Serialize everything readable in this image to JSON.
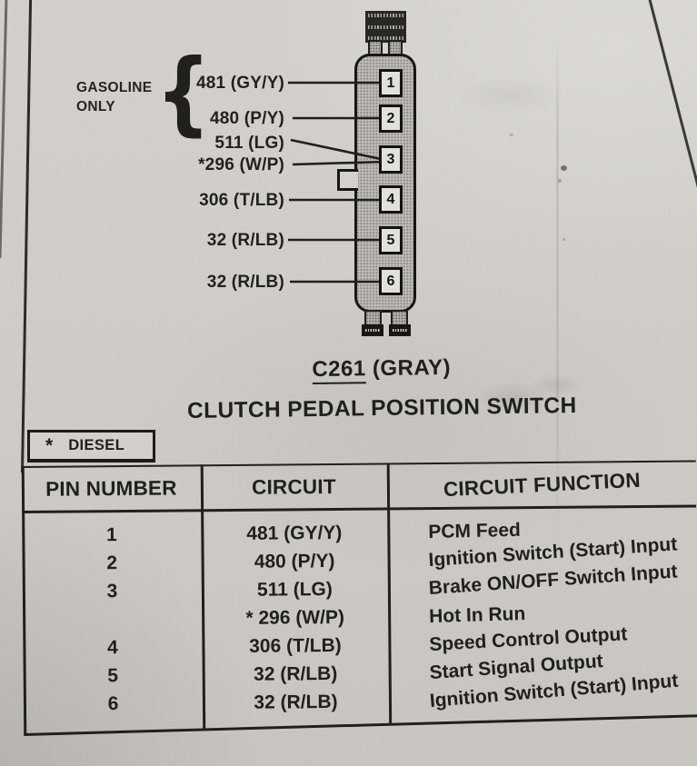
{
  "colors": {
    "paper": "#d3d0cb",
    "ink": "#1d1c1a",
    "connector_fill": "#c2bfba",
    "pin_box_fill": "#e7e5e1"
  },
  "diagram": {
    "bracket_label": "GASOLINE\nONLY",
    "bracket_glyph": "{",
    "wire_labels": [
      "481 (GY/Y)",
      "480 (P/Y)",
      "511 (LG)",
      "*296 (W/P)",
      "306 (T/LB)",
      "32 (R/LB)",
      "32 (R/LB)"
    ],
    "pin_numbers": [
      "1",
      "2",
      "3",
      "4",
      "5",
      "6"
    ]
  },
  "title": {
    "connector_id": "C261",
    "connector_color": " (GRAY)",
    "connector_name": "CLUTCH PEDAL POSITION SWITCH"
  },
  "note": {
    "symbol": "*",
    "label": "DIESEL"
  },
  "table": {
    "headers": [
      "PIN NUMBER",
      "CIRCUIT",
      "CIRCUIT FUNCTION"
    ],
    "rows": [
      {
        "pin": "1",
        "circuit": "481 (GY/Y)",
        "function": "PCM Feed"
      },
      {
        "pin": "2",
        "circuit": "480 (P/Y)",
        "function": "Ignition Switch (Start) Input"
      },
      {
        "pin": "3",
        "circuit": "511 (LG)",
        "function": "Brake ON/OFF Switch Input"
      },
      {
        "pin": "",
        "circuit": "* 296 (W/P)",
        "function": "Hot In Run"
      },
      {
        "pin": "4",
        "circuit": "306 (T/LB)",
        "function": "Speed Control Output"
      },
      {
        "pin": "5",
        "circuit": "32 (R/LB)",
        "function": "Start Signal Output"
      },
      {
        "pin": "6",
        "circuit": "32 (R/LB)",
        "function": "Ignition Switch (Start) Input"
      }
    ]
  }
}
